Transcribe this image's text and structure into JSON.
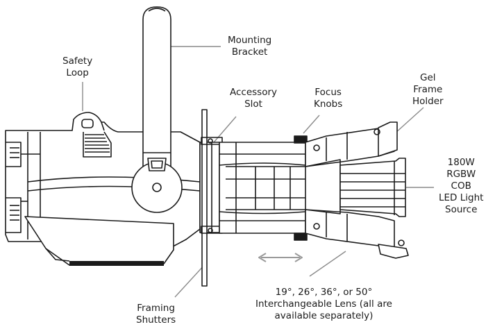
{
  "labels": {
    "mounting_bracket": [
      "Mounting",
      "Bracket"
    ],
    "safety_loop": [
      "Safety",
      "Loop"
    ],
    "accessory_slot": [
      "Accessory",
      "Slot"
    ],
    "focus_knobs": [
      "Focus",
      "Knobs"
    ],
    "gel_frame_holder": [
      "Gel",
      "Frame",
      "Holder"
    ],
    "light_source": [
      "180W",
      "RGBW",
      "COB",
      "LED Light",
      "Source"
    ],
    "lens": [
      "19°, 26°, 36°, or 50°",
      "Interchangeable Lens (all are",
      "available separately)"
    ],
    "framing_shutters": [
      "Framing",
      "Shutters"
    ]
  },
  "colors": {
    "line": "#1a1a1a",
    "leader": "#8a8a8a",
    "arrow": "#9a9a9a"
  }
}
